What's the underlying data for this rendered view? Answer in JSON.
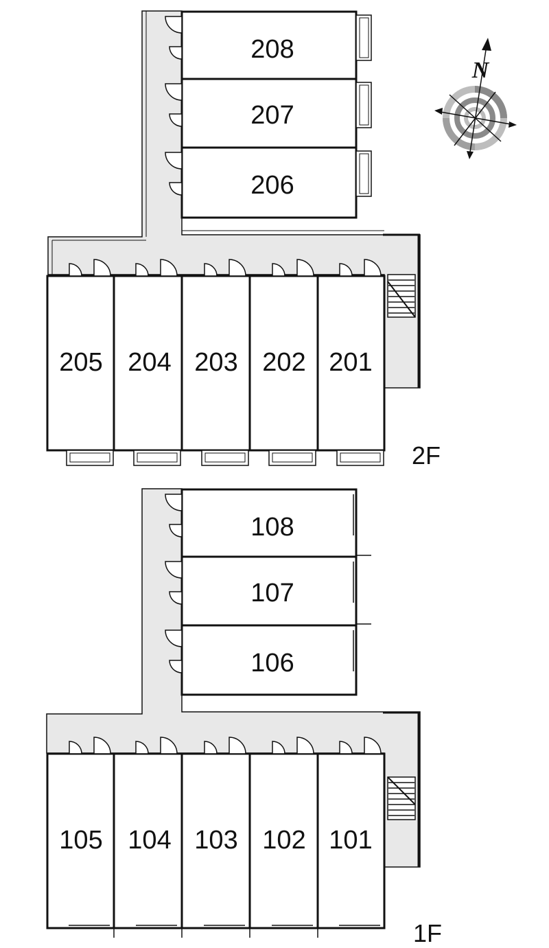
{
  "floors": [
    {
      "label": "2F",
      "north_units": [
        "208",
        "207",
        "206"
      ],
      "south_units": [
        "205",
        "204",
        "203",
        "202",
        "201"
      ]
    },
    {
      "label": "1F",
      "north_units": [
        "108",
        "107",
        "106"
      ],
      "south_units": [
        "105",
        "104",
        "103",
        "102",
        "101"
      ]
    }
  ],
  "compass": {
    "north_label": "N"
  },
  "colors": {
    "corridor": "#e8e8e8",
    "wall": "#111111",
    "unit_fill": "#ffffff",
    "compass_outer": "#bdbdbd",
    "compass_mid": "#8a8a8a",
    "compass_inner": "#bdbdbd"
  }
}
